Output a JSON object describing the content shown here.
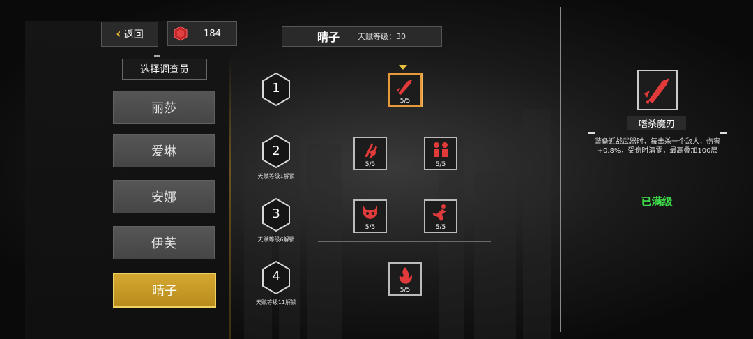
{
  "header": {
    "back_label": "返回",
    "currency_value": "184",
    "character_name": "晴子",
    "talent_level": "天赋等级：30"
  },
  "sidebar": {
    "title": "选择调查员",
    "characters": [
      {
        "label": "丽莎",
        "active": false
      },
      {
        "label": "爱琳",
        "active": false
      },
      {
        "label": "安娜",
        "active": false
      },
      {
        "label": "伊芙",
        "active": false
      },
      {
        "label": "晴子",
        "active": true
      }
    ]
  },
  "tiers": [
    {
      "number": "1",
      "unlock": "",
      "skills": [
        {
          "count": "5/5",
          "selected": true
        }
      ]
    },
    {
      "number": "2",
      "unlock": "天赋等级1解锁",
      "skills": [
        {
          "count": "5/5"
        },
        {
          "count": "5/5"
        }
      ]
    },
    {
      "number": "3",
      "unlock": "天赋等级6解锁",
      "skills": [
        {
          "count": "5/5"
        },
        {
          "count": "5/5"
        }
      ]
    },
    {
      "number": "4",
      "unlock": "天赋等级11解锁",
      "skills": [
        {
          "count": "5/5"
        }
      ]
    }
  ],
  "detail": {
    "name": "嗜杀魔刃",
    "description": "装备近战武器时，每击杀一个敌人，伤害+0.8%，受伤时清零，最高叠加100层",
    "status": "已满级"
  },
  "colors": {
    "accent_gold": "#d4a830",
    "skill_red": "#e03a3a",
    "maxed_green": "#3ee04a"
  }
}
